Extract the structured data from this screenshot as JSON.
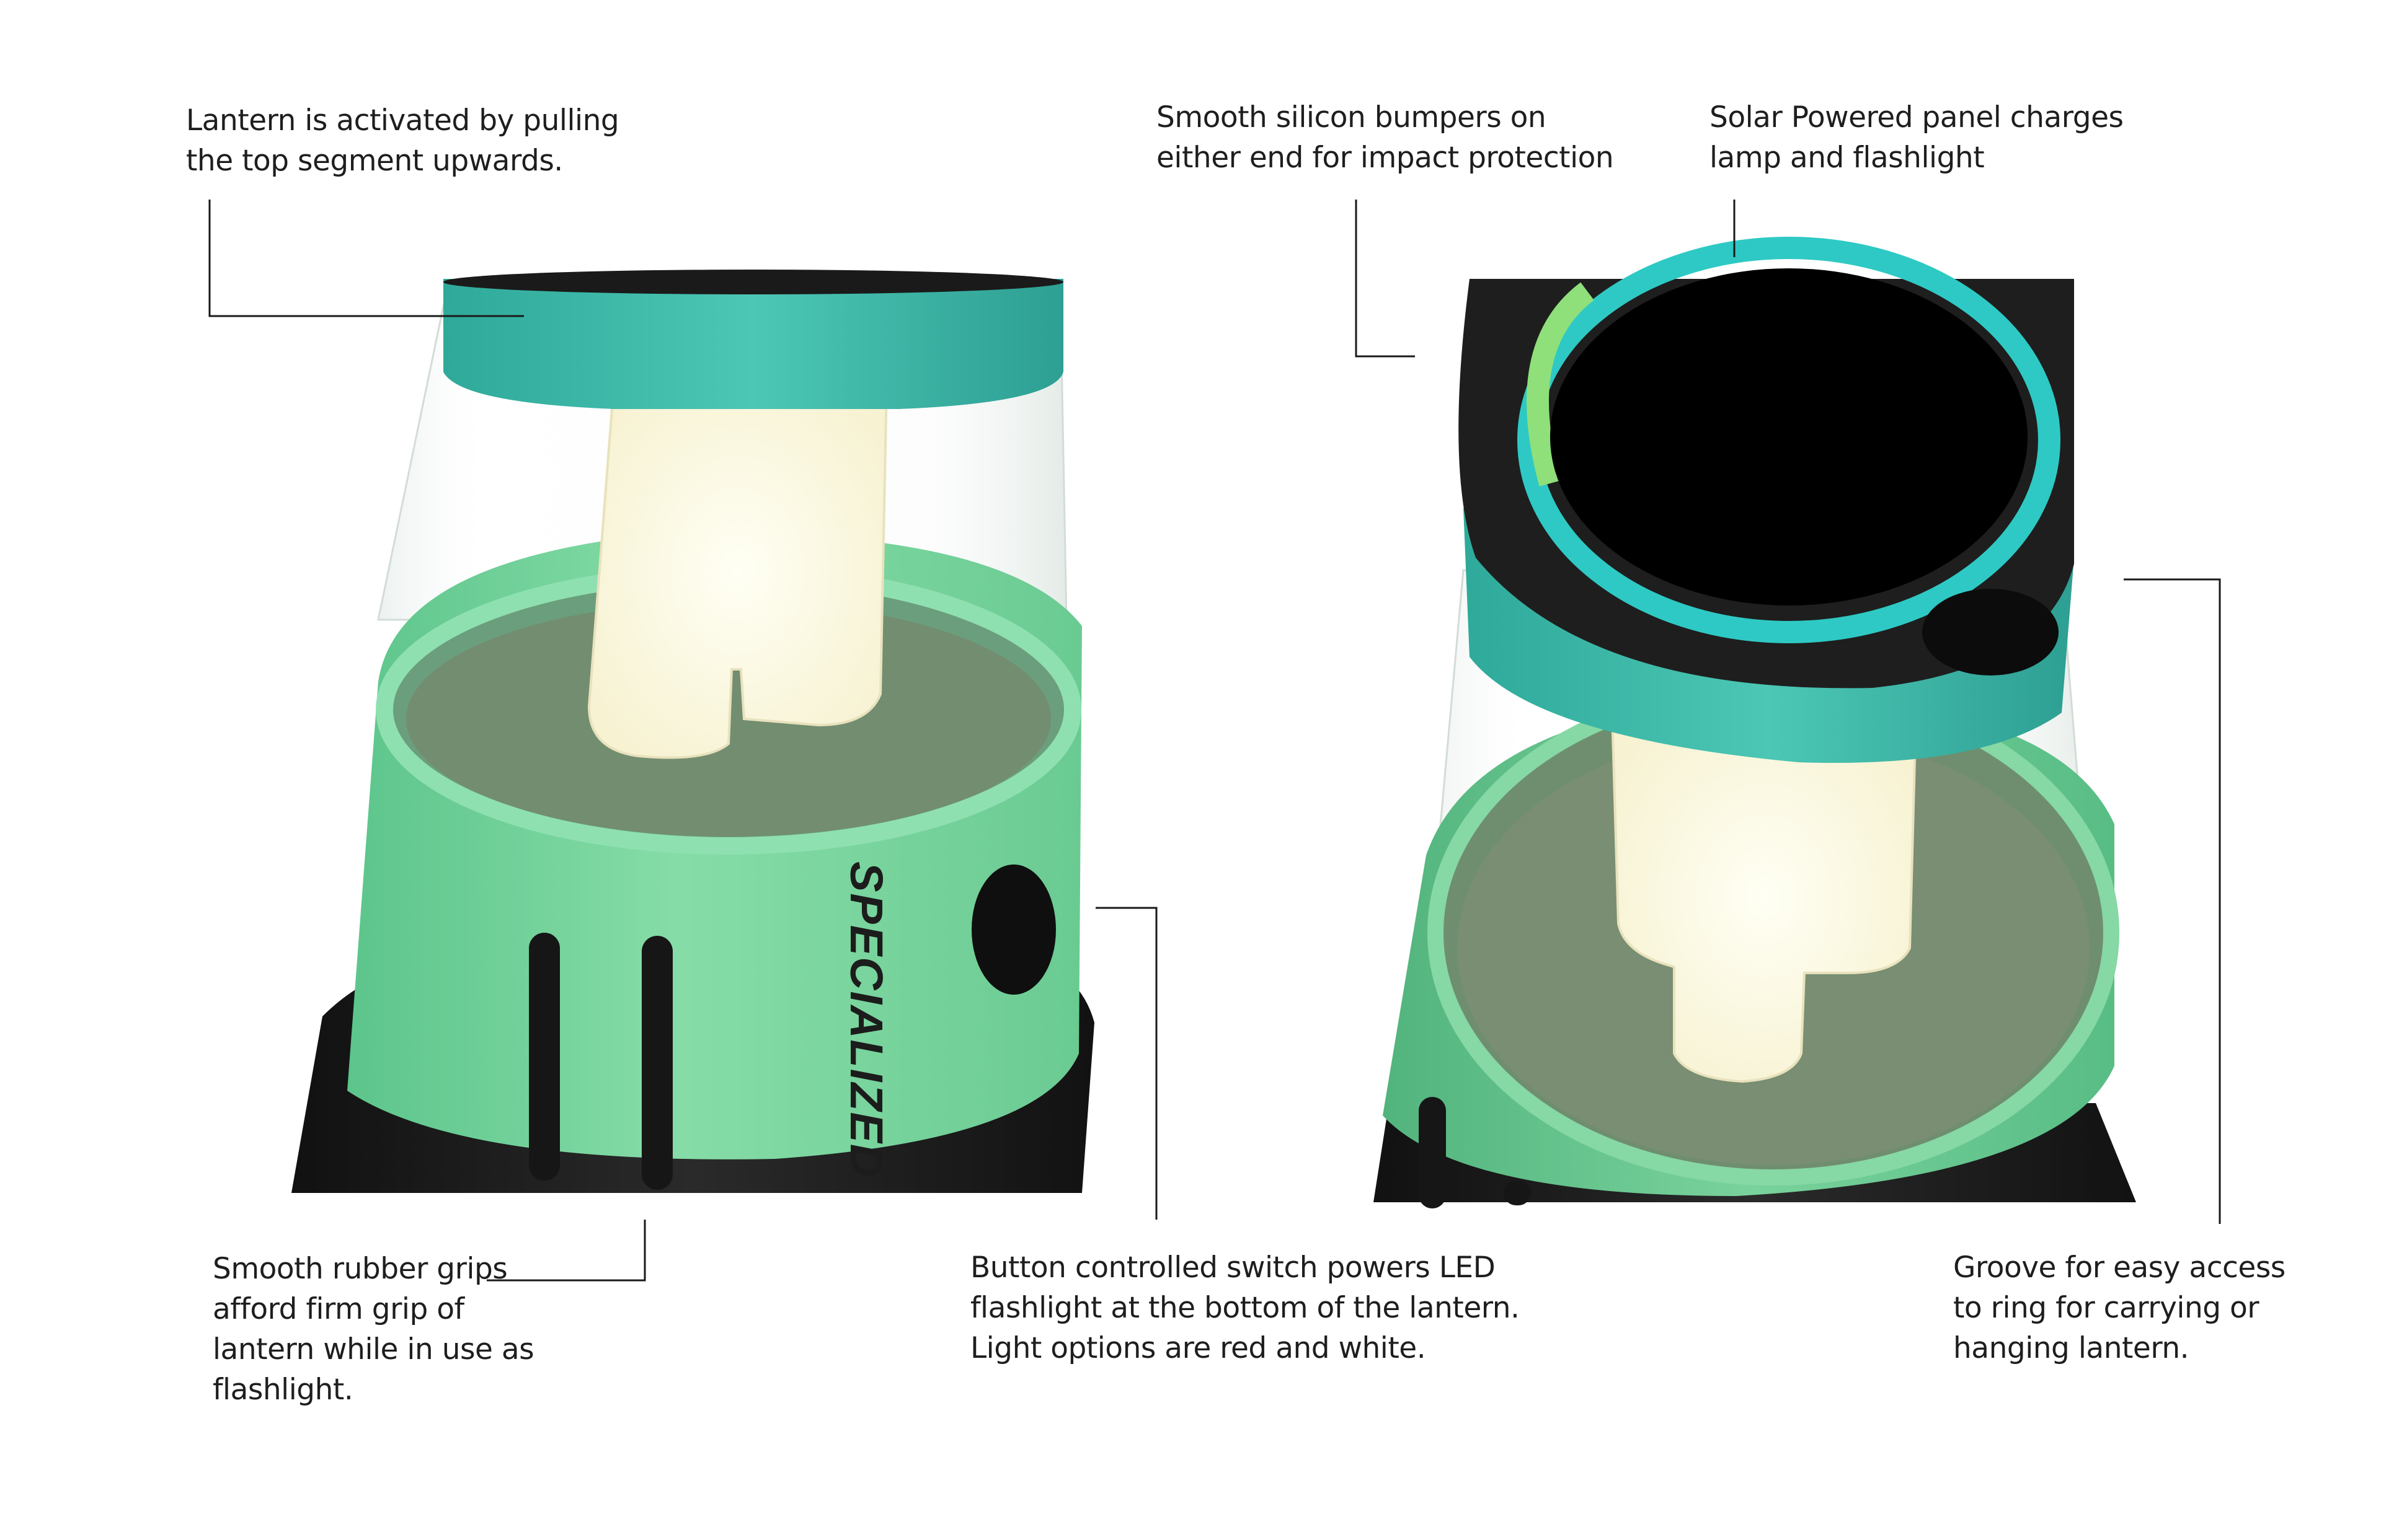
{
  "brand": {
    "text": "SPECIALIZED"
  },
  "colors": {
    "mint": "#7fd9a3",
    "mint_dark": "#5ec48b",
    "teal": "#33b7a9",
    "teal_bright": "#2ec9c4",
    "rubber": "#1a1a1a",
    "glow": "#fffbe6",
    "leader_line": "#1a1a1a"
  },
  "callouts": {
    "pull_top": "Lantern is activated by pulling\nthe top segment upwards.",
    "bumpers": "Smooth silicon bumpers on\neither end for impact protection",
    "solar": "Solar Powered panel charges\nlamp and flashlight",
    "grips": "Smooth rubber grips\nafford firm grip of\nlantern while in use as\nflashlight.",
    "button": "Button controlled switch powers LED\nflashlight at the bottom of the lantern.\nLight options are red and white.",
    "groove": "Groove for easy access\nto ring for carrying or\nhanging lantern."
  }
}
